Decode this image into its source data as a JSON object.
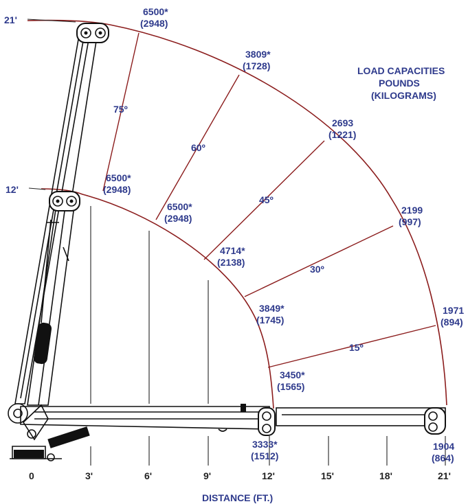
{
  "legend": {
    "line1": "LOAD CAPACITIES",
    "line2": "POUNDS",
    "line3": "(KILOGRAMS)"
  },
  "x_axis": {
    "title": "DISTANCE (FT.)",
    "ticks": [
      "0",
      "3'",
      "6'",
      "9'",
      "12'",
      "15'",
      "18'",
      "21'"
    ]
  },
  "height_labels": [
    "21'",
    "12'"
  ],
  "angle_labels": [
    "75º",
    "60º",
    "45º",
    "30º",
    "15º"
  ],
  "outer_arc_capacities": [
    {
      "lbs": "6500*",
      "kg": "(2948)"
    },
    {
      "lbs": "3809*",
      "kg": "(1728)"
    },
    {
      "lbs": "2693",
      "kg": "(1221)"
    },
    {
      "lbs": "2199",
      "kg": "(997)"
    },
    {
      "lbs": "1971",
      "kg": "(894)"
    },
    {
      "lbs": "1904",
      "kg": "(864)"
    }
  ],
  "inner_arc_capacities": [
    {
      "lbs": "6500*",
      "kg": "(2948)"
    },
    {
      "lbs": "6500*",
      "kg": "(2948)"
    },
    {
      "lbs": "4714*",
      "kg": "(2138)"
    },
    {
      "lbs": "3849*",
      "kg": "(1745)"
    },
    {
      "lbs": "3450*",
      "kg": "(1565)"
    },
    {
      "lbs": "3333*",
      "kg": "(1512)"
    }
  ],
  "colors": {
    "text": "#2e3a8c",
    "arcs": "#8b1c1c",
    "drawing": "#111111"
  }
}
